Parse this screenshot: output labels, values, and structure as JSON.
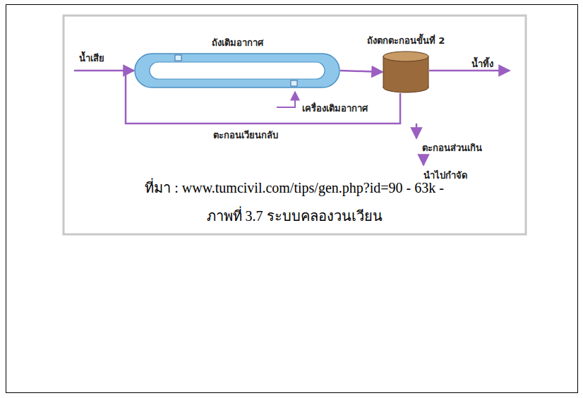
{
  "diagram": {
    "caption": "ภาพที่ 3.7 ระบบคลองวนเวียน",
    "nodes": [
      {
        "text": [
          "ถังเติมอากาศ"
        ]
      },
      {
        "text": [
          "ถังตกตะกอนขั้นที่ 2"
        ]
      }
    ],
    "edges": [
      {
        "from": 0,
        "to": 1,
        "arrow": "to"
      },
      {
        "from": 1,
        "to": 0,
        "label": "ตะกอนเวียนกลับ",
        "arrow": "to"
      }
    ],
    "labels": [
      "น้ำเสีย",
      "น้ำทิ้ง",
      "เครื่องเติมอากาศ",
      "ตะกอนส่วนเกิน",
      "นำไปกำจัด",
      "ที่มา : www.tumcivil.com/tips/gen.php?id=90 - 63k -"
    ]
  }
}
